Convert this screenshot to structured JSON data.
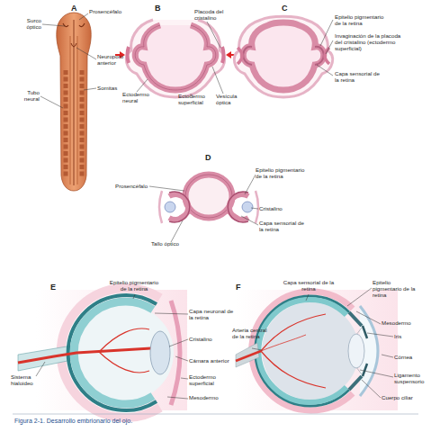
{
  "diagram": {
    "caption": "Figura 2-1. Desarrollo embrionario del ojo.",
    "labels": [
      "A",
      "Surco óptico",
      "Prosencéfalo",
      "Neuroporo anterior",
      "Somitas",
      "Tubo neural",
      "B",
      "Placoda del cristalino",
      "Ectodermo neural",
      "Ectodermo superficial",
      "Vesícula óptica",
      "C",
      "Epitelio pigmentario de la retina",
      "Invaginación de la placoda del cristalino (ectodermo superficial)",
      "Capa sensorial de la retina",
      "D",
      "Prosencéfalo",
      "Epitelio pigmentario de la retina",
      "Cristalino",
      "Capa sensorial de la retina",
      "Tallo óptico",
      "E",
      "Epitelio pigmentario de la retina",
      "Capa neuronal de la retina",
      "Cristalino",
      "Cámara anterior",
      "Sistema hialoideo",
      "Ectodermo superficial",
      "Mesodermo",
      "F",
      "Capa sensorial de la retina",
      "Epitelio pigmentario de la retina",
      "Mesodermo",
      "Iris",
      "Córnea",
      "Arteria central de la retina",
      "Ligamento suspensorio",
      "Cuerpo ciliar"
    ]
  }
}
